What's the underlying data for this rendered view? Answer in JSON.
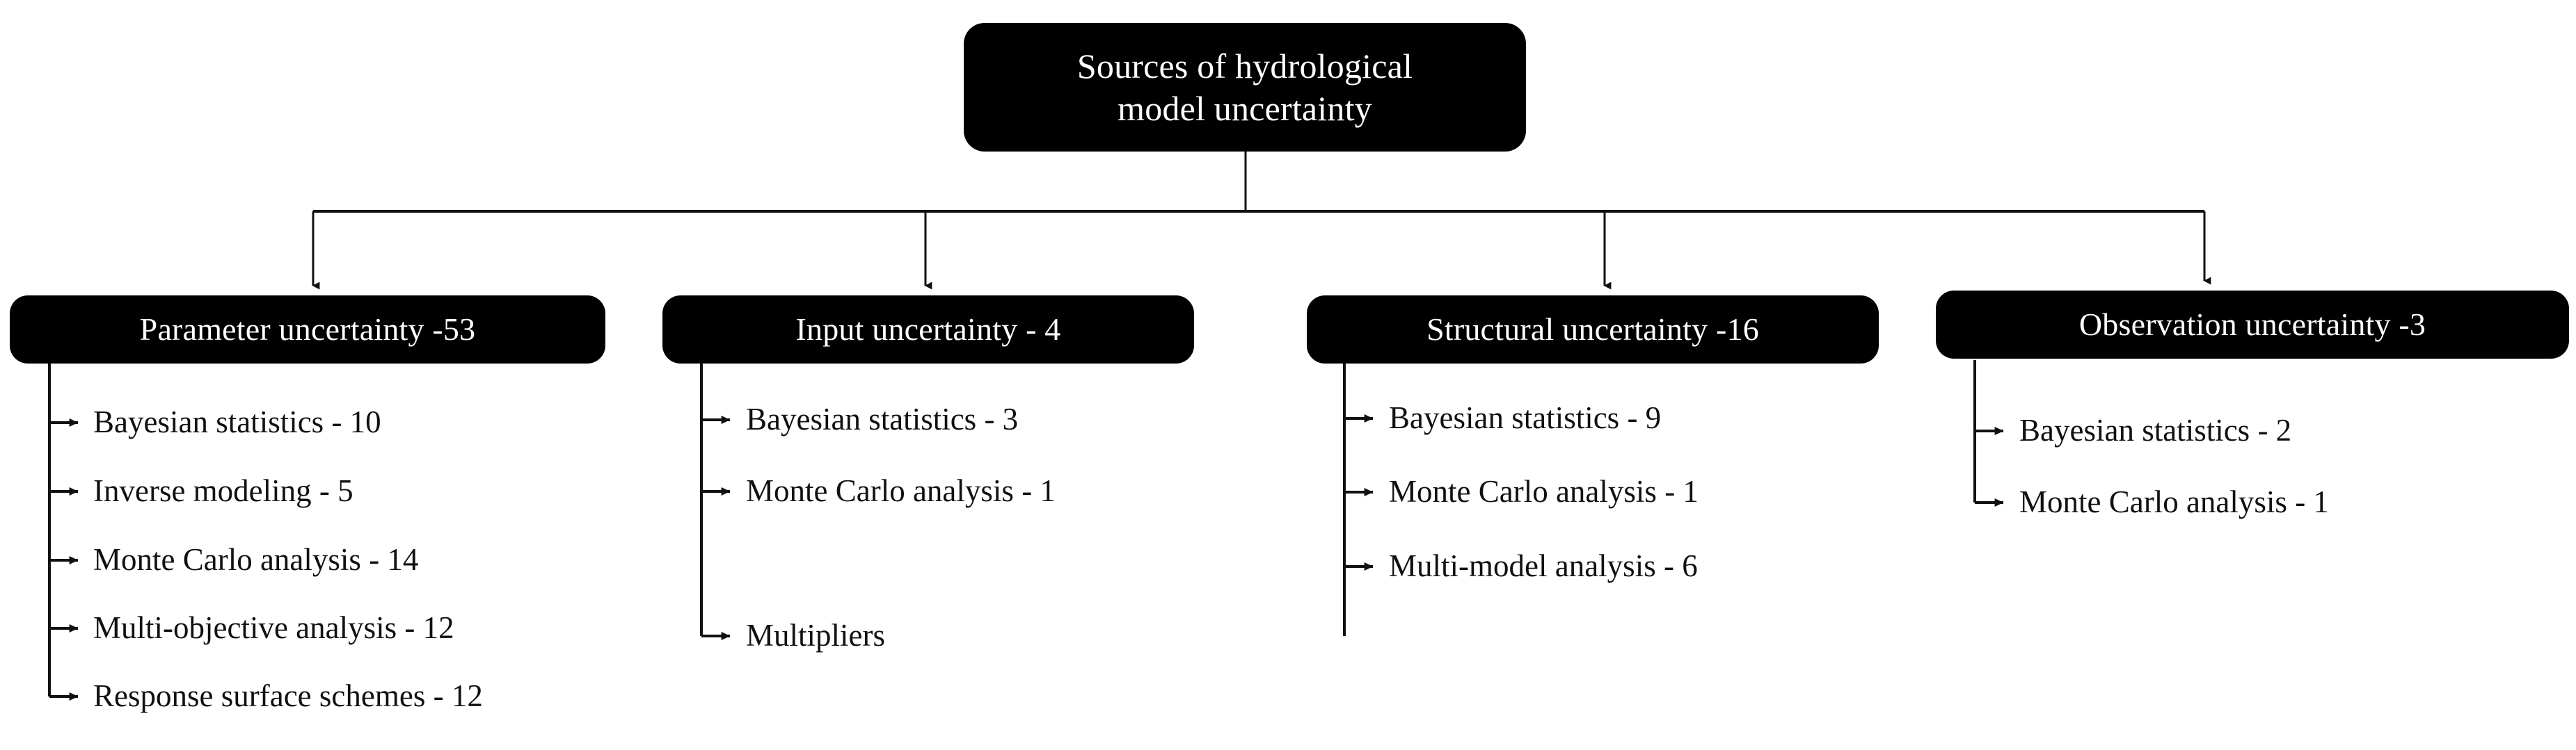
{
  "diagram": {
    "title": "Sources of hydrological model uncertainty",
    "type": "tree-hierarchy",
    "orientation": "top-down",
    "colors": {
      "node_fill": "#000000",
      "node_text": "#ffffff",
      "connector": "#1a1a1a",
      "background": "#ffffff",
      "subitem_text": "#111111"
    },
    "root": {
      "label": "Sources of hydrological model uncertainty",
      "line1": "Sources of hydrological",
      "line2": "model uncertainty"
    },
    "branches": [
      {
        "label": "Parameter uncertainty -53",
        "name": "Parameter uncertainty",
        "count": 53,
        "items": [
          {
            "label": "Bayesian statistics - 10",
            "name": "Bayesian statistics",
            "count": 10
          },
          {
            "label": "Inverse modeling - 5",
            "name": "Inverse modeling",
            "count": 5
          },
          {
            "label": "Monte Carlo analysis - 14",
            "name": "Monte Carlo analysis",
            "count": 14
          },
          {
            "label": "Multi-objective analysis - 12",
            "name": "Multi-objective analysis",
            "count": 12
          },
          {
            "label": "Response surface schemes - 12",
            "name": "Response surface schemes",
            "count": 12
          }
        ]
      },
      {
        "label": "Input uncertainty - 4",
        "name": "Input uncertainty",
        "count": 4,
        "items": [
          {
            "label": "Bayesian statistics - 3",
            "name": "Bayesian statistics",
            "count": 3
          },
          {
            "label": "Monte Carlo analysis - 1",
            "name": "Monte Carlo analysis",
            "count": 1
          },
          {
            "label": "Multipliers",
            "name": "Multipliers",
            "count": null
          }
        ]
      },
      {
        "label": "Structural uncertainty -16",
        "name": "Structural uncertainty",
        "count": 16,
        "items": [
          {
            "label": "Bayesian statistics - 9",
            "name": "Bayesian statistics",
            "count": 9
          },
          {
            "label": "Monte Carlo analysis - 1",
            "name": "Monte Carlo analysis",
            "count": 1
          },
          {
            "label": "Multi-model analysis - 6",
            "name": "Multi-model analysis",
            "count": 6
          }
        ]
      },
      {
        "label": "Observation uncertainty -3",
        "name": "Observation uncertainty",
        "count": 3,
        "items": [
          {
            "label": "Bayesian statistics - 2",
            "name": "Bayesian statistics",
            "count": 2
          },
          {
            "label": "Monte Carlo analysis - 1",
            "name": "Monte Carlo analysis",
            "count": 1
          }
        ]
      }
    ]
  }
}
